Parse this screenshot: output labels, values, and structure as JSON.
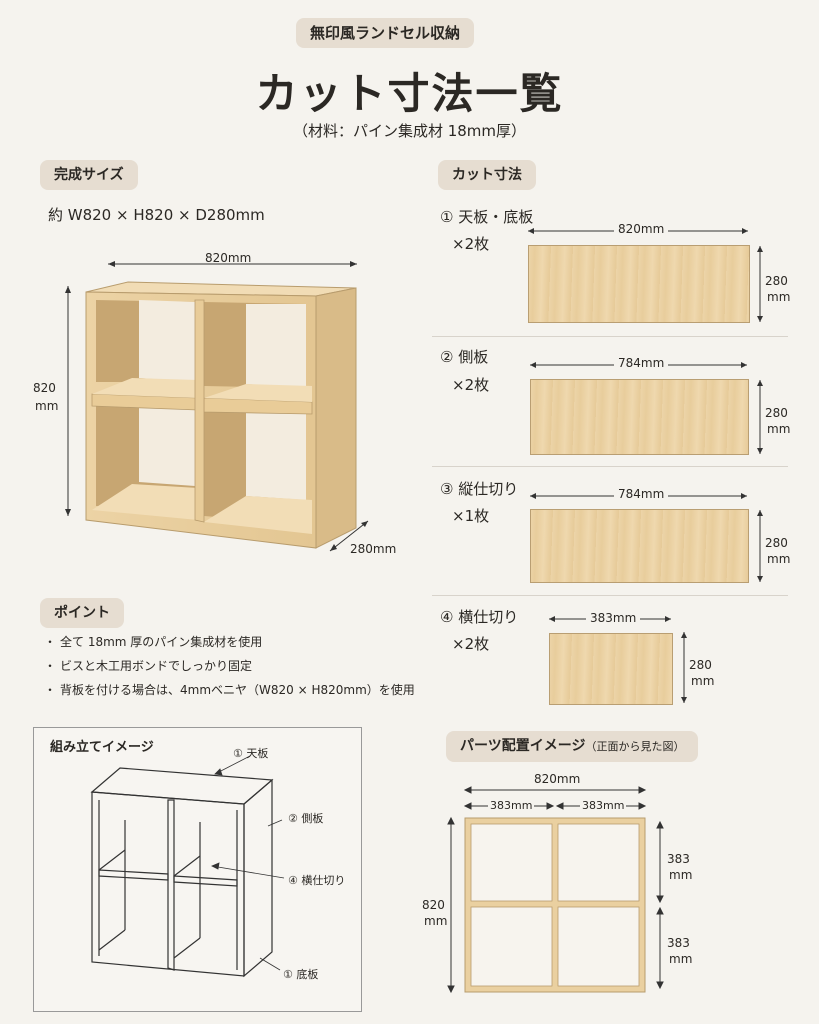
{
  "header": {
    "badge": "無印風ランドセル収納",
    "title": "カット寸法一覧",
    "material": "（材料：パイン集成材 18mm厚）"
  },
  "finished": {
    "heading": "完成サイズ",
    "size": "約 W820 × H820 × D280mm",
    "width_label": "820mm",
    "height_label_value": "820",
    "height_label_unit": "mm",
    "depth_label": "280mm"
  },
  "cuts": {
    "heading": "カット寸法",
    "items": [
      {
        "name": "① 天板・底板",
        "qty": "×2枚",
        "length": "820mm",
        "width_value": "280",
        "width_unit": "mm"
      },
      {
        "name": "② 側板",
        "qty": "×2枚",
        "length": "784mm",
        "width_value": "280",
        "width_unit": "mm"
      },
      {
        "name": "③ 縦仕切り",
        "qty": "×1枚",
        "length": "784mm",
        "width_value": "280",
        "width_unit": "mm"
      },
      {
        "name": "④ 横仕切り",
        "qty": "×2枚",
        "length": "383mm",
        "width_value": "280",
        "width_unit": "mm"
      }
    ]
  },
  "points": {
    "heading": "ポイント",
    "items": [
      "全て 18mm 厚のパイン集成材を使用",
      "ビスと木工用ボンドでしっかり固定",
      "背板を付ける場合は、4mmベニヤ（W820 × H820mm）を使用"
    ]
  },
  "assembly": {
    "heading": "組み立てイメージ",
    "label_top": "① 天板",
    "label_side": "② 側板",
    "label_shelf": "④ 横仕切り",
    "label_bottom": "① 底板"
  },
  "layout_image": {
    "heading": "パーツ配置イメージ",
    "heading_note": "（正面から見た図）",
    "total_width": "820mm",
    "left_width": "383mm",
    "right_width": "383mm",
    "height_value": "820",
    "height_unit": "mm",
    "upper_value": "383",
    "upper_unit": "mm",
    "lower_value": "383",
    "lower_unit": "mm"
  },
  "colors": {
    "background": "#f5f3ee",
    "pill": "#e6ddd1",
    "wood_light": "#ecd4a8",
    "wood_edge": "#b99e72"
  }
}
